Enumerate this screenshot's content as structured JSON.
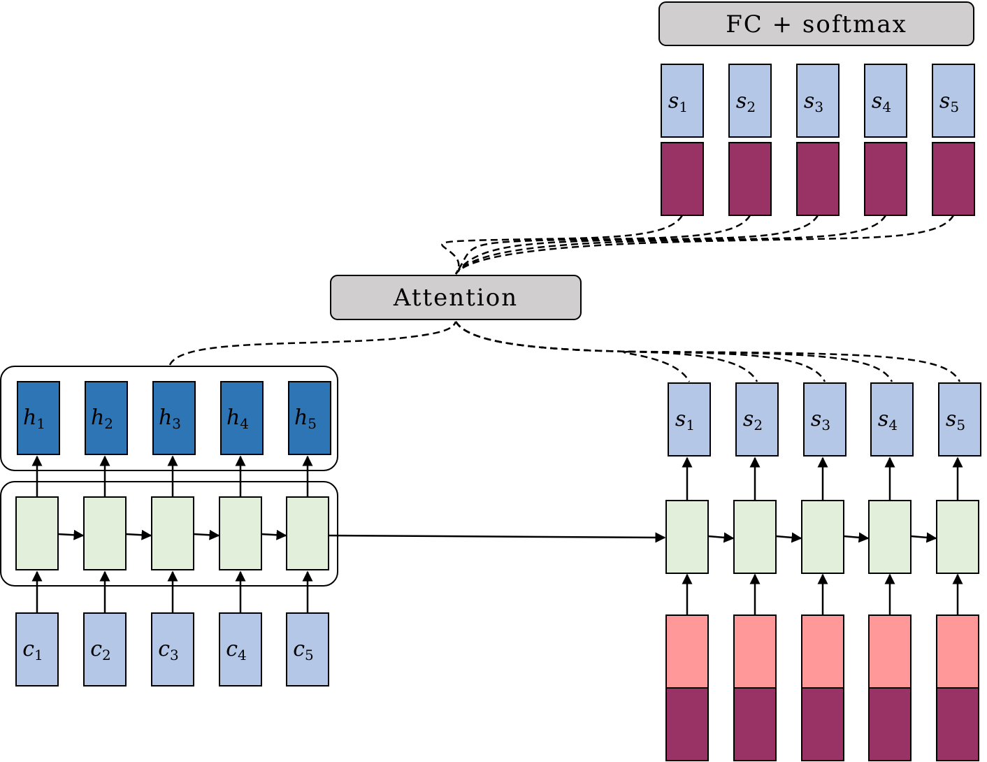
{
  "fc": {
    "label": "FC + softmax"
  },
  "attention": {
    "label": "Attention"
  },
  "colors": {
    "light_blue": "#b4c7e7",
    "dark_blue": "#2e75b6",
    "green": "#e2efda",
    "pink": "#ff9999",
    "maroon": "#993366",
    "gray": "#d0cece"
  },
  "top_states": [
    {
      "base": "s",
      "sub": "1"
    },
    {
      "base": "s",
      "sub": "2"
    },
    {
      "base": "s",
      "sub": "3"
    },
    {
      "base": "s",
      "sub": "4"
    },
    {
      "base": "s",
      "sub": "5"
    }
  ],
  "encoder_hidden": [
    {
      "base": "h",
      "sub": "1"
    },
    {
      "base": "h",
      "sub": "2"
    },
    {
      "base": "h",
      "sub": "3"
    },
    {
      "base": "h",
      "sub": "4"
    },
    {
      "base": "h",
      "sub": "5"
    }
  ],
  "encoder_inputs": [
    {
      "base": "c",
      "sub": "1"
    },
    {
      "base": "c",
      "sub": "2"
    },
    {
      "base": "c",
      "sub": "3"
    },
    {
      "base": "c",
      "sub": "4"
    },
    {
      "base": "c",
      "sub": "5"
    }
  ],
  "decoder_states": [
    {
      "base": "s",
      "sub": "1"
    },
    {
      "base": "s",
      "sub": "2"
    },
    {
      "base": "s",
      "sub": "3"
    },
    {
      "base": "s",
      "sub": "4"
    },
    {
      "base": "s",
      "sub": "5"
    }
  ]
}
